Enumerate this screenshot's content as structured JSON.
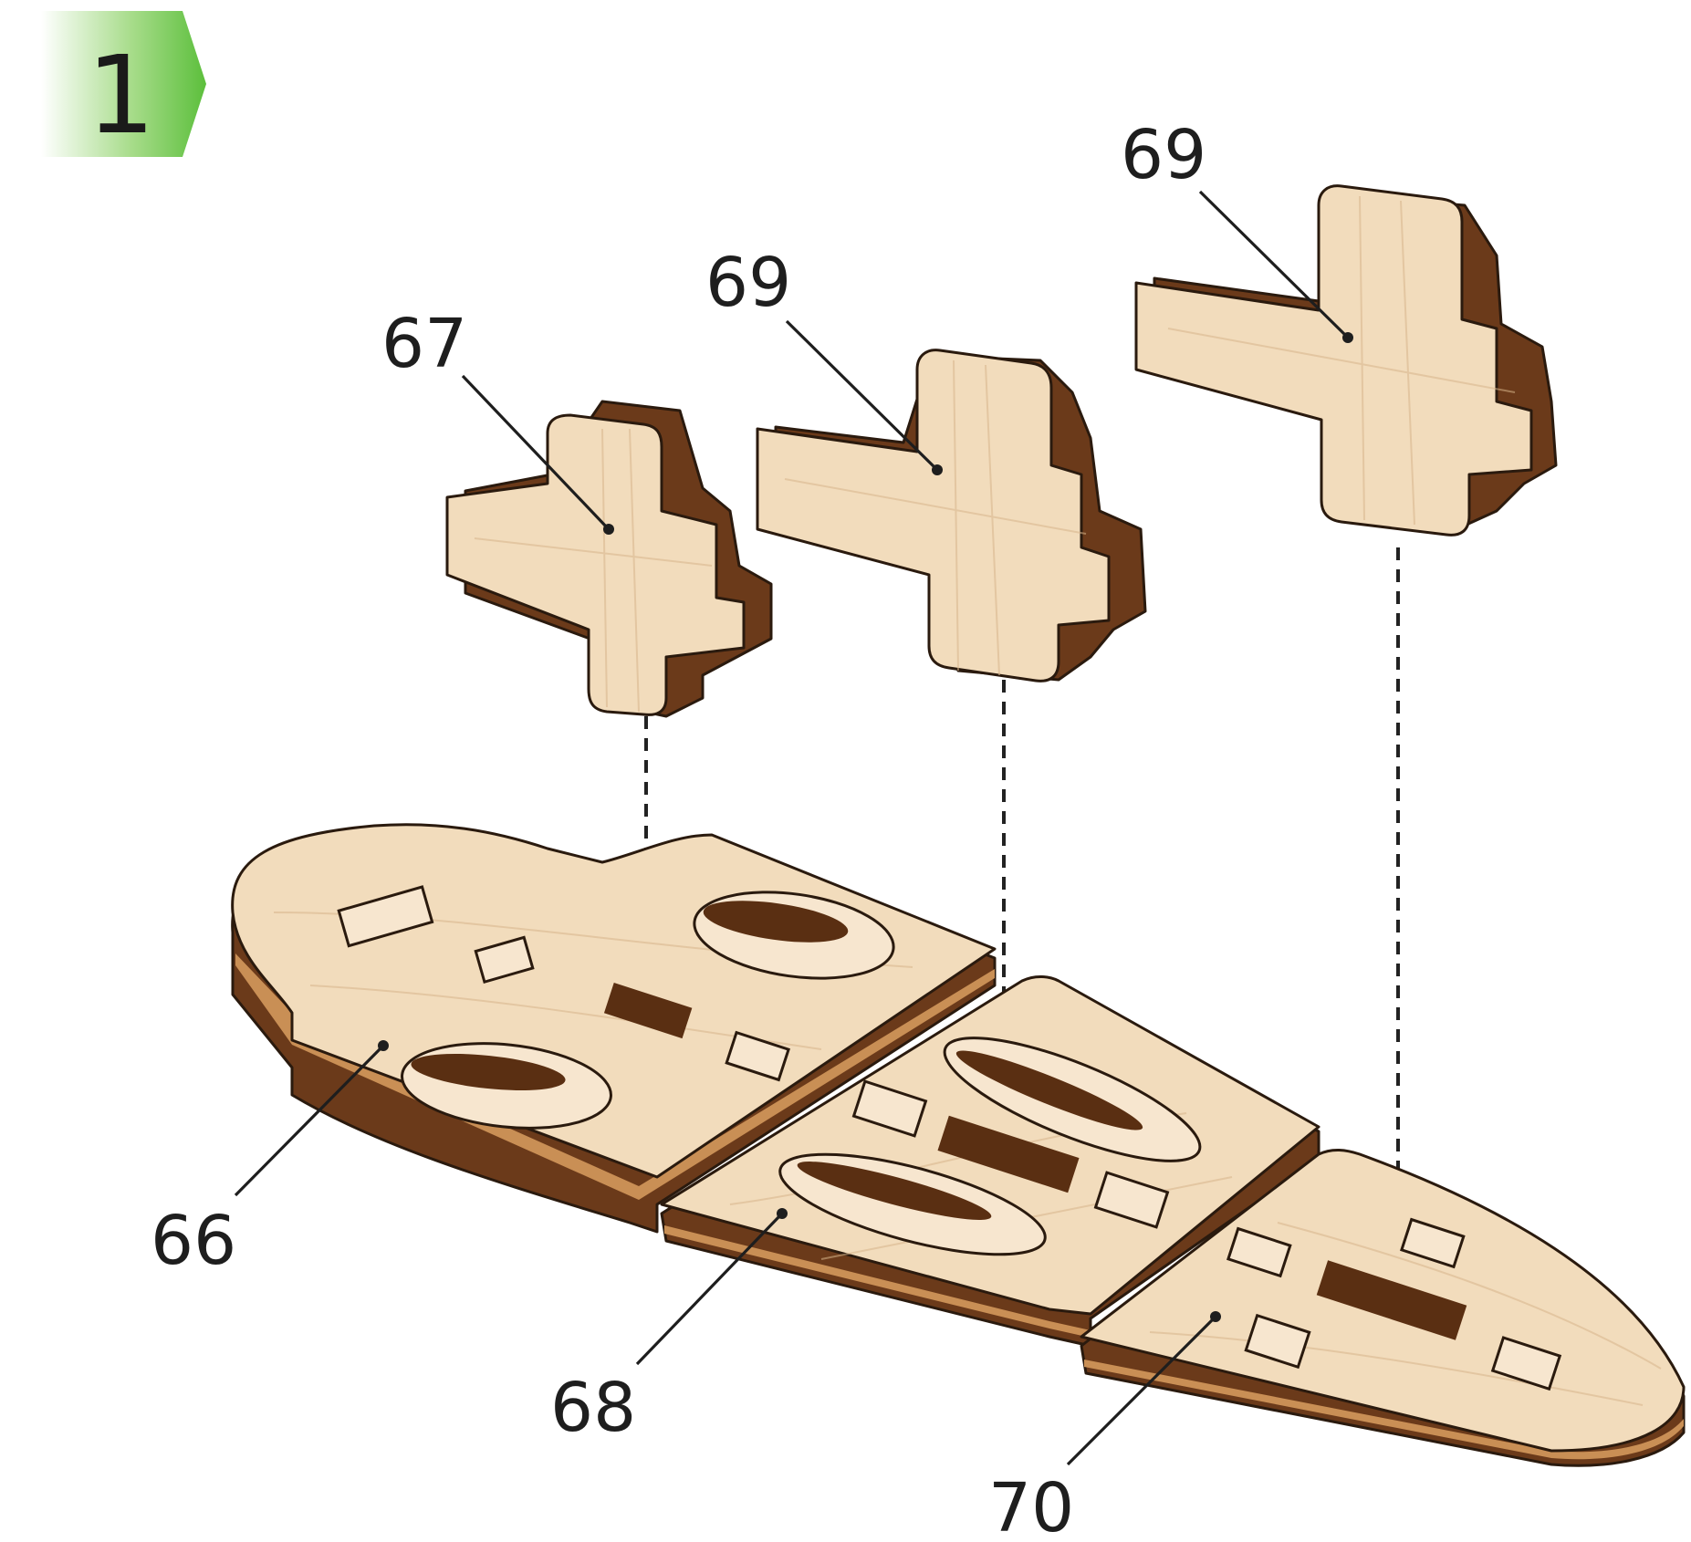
{
  "step": {
    "number": "1",
    "badge_color": "#6cc24a",
    "badge_color_light": "#ffffff"
  },
  "parts": [
    {
      "id": "p66",
      "label": "66"
    },
    {
      "id": "p67",
      "label": "67"
    },
    {
      "id": "p68",
      "label": "68"
    },
    {
      "id": "p69a",
      "label": "69"
    },
    {
      "id": "p69b",
      "label": "69"
    },
    {
      "id": "p70",
      "label": "70"
    }
  ],
  "colors": {
    "wood_face": "#f2dcbc",
    "wood_edge": "#6b3a1a"
  }
}
